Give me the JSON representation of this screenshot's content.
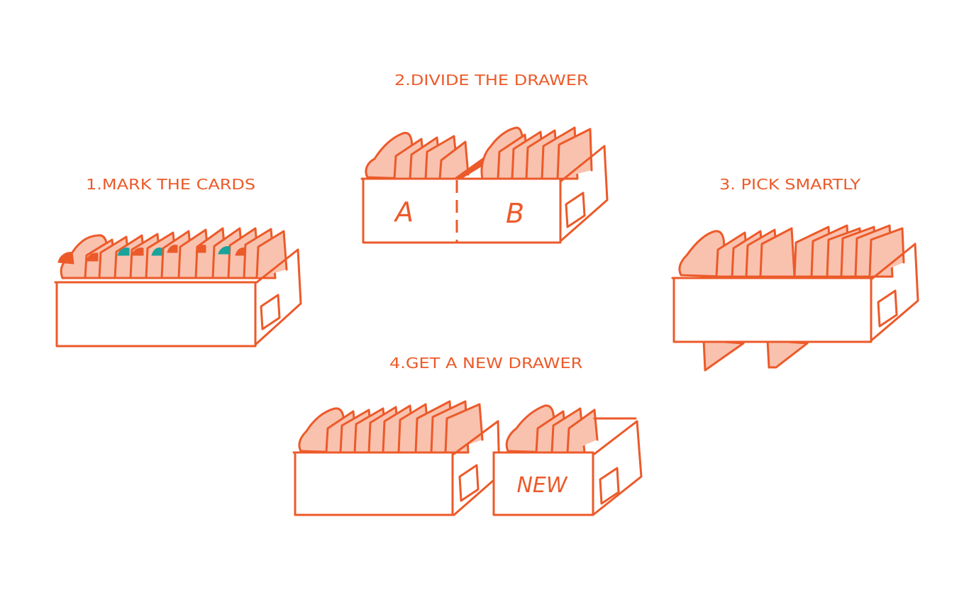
{
  "colors": {
    "stroke": "#ec5a2a",
    "card_fill": "#f9c2ae",
    "accent_tab": "#ec5a2a",
    "teal_tab": "#1aa39a",
    "background": "#ffffff"
  },
  "steps": [
    {
      "title": "1.MARK THE CARDS"
    },
    {
      "title": "2.DIVIDE THE DRAWER",
      "labels": [
        "A",
        "B"
      ]
    },
    {
      "title": "3. PICK SMARTLY"
    },
    {
      "title": "4.GET A NEW DRAWER",
      "labels": [
        "NEW"
      ]
    }
  ]
}
